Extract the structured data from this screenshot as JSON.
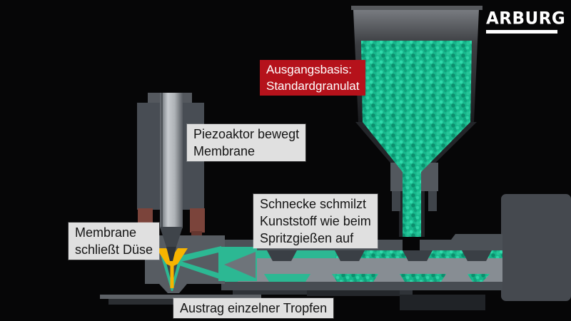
{
  "logo": {
    "text": "ARBURG"
  },
  "labels": {
    "source": {
      "lines": [
        "Ausgangsbasis:",
        "Standardgranulat"
      ]
    },
    "piezo": {
      "lines": [
        "Piezoaktor bewegt",
        "Membrane"
      ]
    },
    "screw": {
      "lines": [
        "Schnecke schmilzt",
        "Kunststoff wie beim",
        "Spritzgießen auf"
      ]
    },
    "membrane": {
      "lines": [
        "Membrane",
        "schließt Düse"
      ]
    },
    "droplets": {
      "lines": [
        "Austrag einzelner Tropfen"
      ]
    }
  },
  "colors": {
    "accent_red": "#b5121b",
    "granulate_teal": "#17b88c",
    "melt_teal": "#2cb893",
    "membrane_yellow": "#f7b400",
    "label_bg": "#e0e0e0",
    "label_text": "#141414",
    "logo_white": "#ffffff",
    "background": "#060607"
  }
}
